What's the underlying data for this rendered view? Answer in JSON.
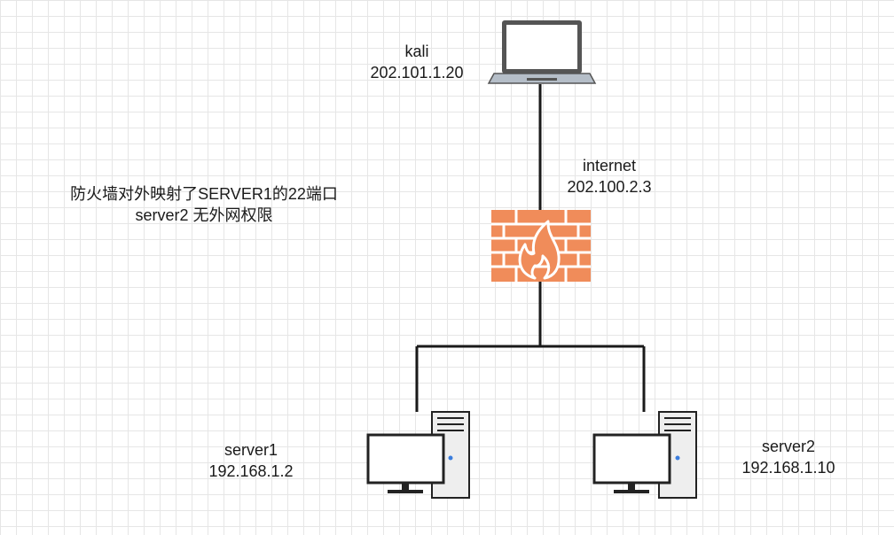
{
  "nodes": {
    "kali": {
      "name": "kali",
      "ip": "202.101.1.20"
    },
    "firewall": {
      "name": "internet",
      "ip": "202.100.2.3"
    },
    "server1": {
      "name": "server1",
      "ip": "192.168.1.2"
    },
    "server2": {
      "name": "server2",
      "ip": "192.168.1.10"
    }
  },
  "note": {
    "line1": "防火墙对外映射了SERVER1的22端口",
    "line2": "server2 无外网权限"
  },
  "colors": {
    "firewall": "#f08c5a",
    "link": "#1a1a1a",
    "device_outline": "#222222",
    "tower": "#eeeeee",
    "laptop_frame": "#555555",
    "led": "#3b7ddd"
  },
  "icons": {
    "kali": "laptop-icon",
    "firewall": "firewall-icon",
    "server1": "desktop-pc-icon",
    "server2": "desktop-pc-icon"
  }
}
